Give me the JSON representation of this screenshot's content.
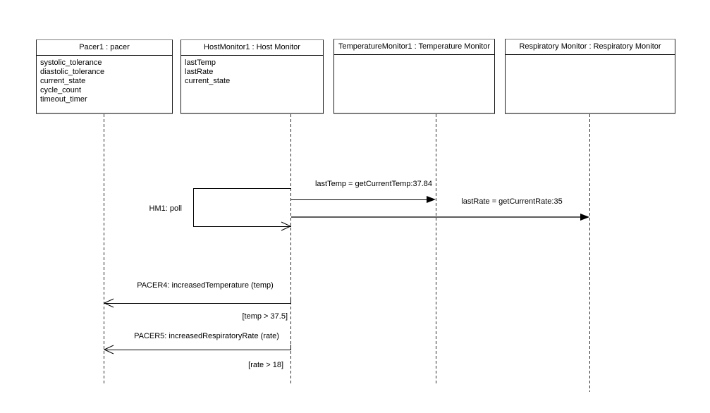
{
  "diagram": {
    "type": "uml-sequence-diagram",
    "background_color": "#ffffff",
    "line_color": "#000000",
    "box_border_gray": "#7e7e7e"
  },
  "objects": [
    {
      "title": "Pacer1 : pacer",
      "attributes": [
        "systolic_tolerance",
        "diastolic_tolerance",
        "current_state",
        "cycle_count",
        "timeout_timer"
      ]
    },
    {
      "title": "HostMonitor1 : Host Monitor",
      "attributes": [
        "lastTemp",
        "lastRate",
        "current_state"
      ]
    },
    {
      "title": "TemperatureMonitor1 : Temperature Monitor",
      "attributes": []
    },
    {
      "title": "Respiratory Monitor : Respiratory Monitor",
      "attributes": []
    }
  ],
  "messages": [
    {
      "label": "HM1: poll",
      "type": "self",
      "from": "HostMonitor1 : Host Monitor",
      "to": "HostMonitor1 : Host Monitor",
      "arrow_style": "open"
    },
    {
      "label": "lastTemp = getCurrentTemp:37.84",
      "type": "call",
      "from": "HostMonitor1 : Host Monitor",
      "to": "TemperatureMonitor1 : Temperature Monitor",
      "arrow_style": "filled"
    },
    {
      "label": "lastRate = getCurrentRate:35",
      "type": "call",
      "from": "HostMonitor1 : Host Monitor",
      "to": "Respiratory Monitor : Respiratory Monitor",
      "arrow_style": "filled"
    },
    {
      "label": "PACER4: increasedTemperature (temp)",
      "guard": "[temp > 37.5]",
      "type": "event",
      "from": "HostMonitor1 : Host Monitor",
      "to": "Pacer1 : pacer",
      "arrow_style": "open"
    },
    {
      "label": "PACER5: increasedRespiratoryRate (rate)",
      "guard": "[rate > 18]",
      "type": "event",
      "from": "HostMonitor1 : Host Monitor",
      "to": "Pacer1 : pacer",
      "arrow_style": "open"
    }
  ]
}
